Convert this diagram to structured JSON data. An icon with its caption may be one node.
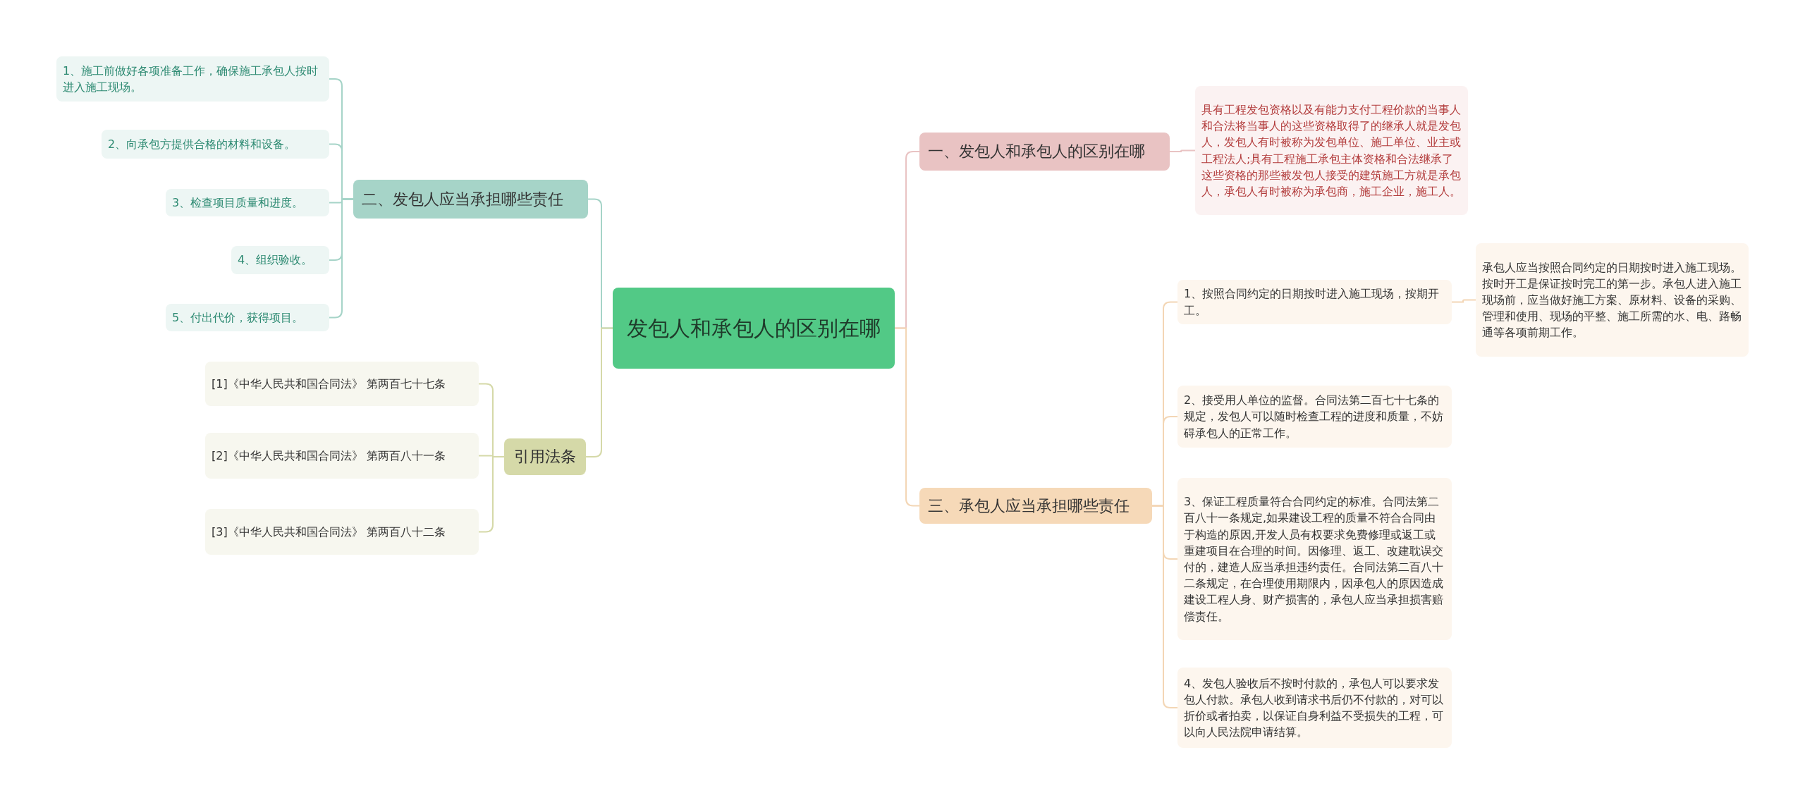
{
  "diagram": {
    "nodes": [
      {
        "text": [
          "发包人和承包人的区别在哪"
        ]
      },
      {
        "text": [
          "一、发包人和承包人的区别在哪"
        ]
      },
      {
        "text": [
          "具有工程发包资格以及有能力支付工程价款的当事人和合法将当事人的这些资格取得了的继承人就是发包人，发包人有时被称为发包单位、施工单位、业主或工程法人;具有工程施工承包主体资格和合法继承了这些资格的那些被发包人接受的建筑施工方就是承包人，承包人有时被称为承包商，施工企业，施工人。"
        ]
      },
      {
        "text": [
          "三、承包人应当承担哪些责任"
        ]
      },
      {
        "text": [
          "1、按照合同约定的日期按时进入施工现场，按期开工。"
        ]
      },
      {
        "text": [
          "承包人应当按照合同约定的日期按时进入施工现场。按时开工是保证按时完工的第一步。承包人进入施工现场前，应当做好施工方案、原材料、设备的采购、管理和使用、现场的平整、施工所需的水、电、路畅通等各项前期工作。"
        ]
      },
      {
        "text": [
          "2、接受用人单位的监督。合同法第二百七十七条的规定，发包人可以随时检查工程的进度和质量，不妨碍承包人的正常工作。"
        ]
      },
      {
        "text": [
          "3、保证工程质量符合合同约定的标准。合同法第二百八十一条规定,如果建设工程的质量不符合合同由于构造的原因,开发人员有权要求免费修理或返工或重建项目在合理的时间。因修理、返工、改建耽误交付的，建造人应当承担违约责任。合同法第二百八十二条规定，在合理使用期限内，因承包人的原因造成建设工程人身、财产损害的，承包人应当承担损害赔偿责任。"
        ]
      },
      {
        "text": [
          "4、发包人验收后不按时付款的，承包人可以要求发包人付款。承包人收到请求书后仍不付款的，对可以折价或者拍卖，以保证自身利益不受损失的工程，可以向人民法院申请结算。"
        ]
      },
      {
        "text": [
          "二、发包人应当承担哪些责任"
        ]
      },
      {
        "text": [
          "1、施工前做好各项准备工作，确保施工承包人按时进入施工现场。"
        ]
      },
      {
        "text": [
          "2、向承包方提供合格的材料和设备。"
        ]
      },
      {
        "text": [
          "3、检查项目质量和进度。"
        ]
      },
      {
        "text": [
          "4、组织验收。"
        ]
      },
      {
        "text": [
          "5、付出代价，获得项目。"
        ]
      },
      {
        "text": [
          "引用法条"
        ]
      },
      {
        "text": [
          "[1]《中华人民共和国合同法》 第两百七十七条"
        ]
      },
      {
        "text": [
          "[2]《中华人民共和国合同法》 第两百八十一条"
        ]
      },
      {
        "text": [
          "[3]《中华人民共和国合同法》 第两百八十二条"
        ]
      }
    ],
    "edges": [
      {
        "from": 0,
        "to": 1,
        "arrow": "none",
        "color": "#e9c3c3"
      },
      {
        "from": 1,
        "to": 2,
        "arrow": "none",
        "color": "#e9c3c3"
      },
      {
        "from": 0,
        "to": 3,
        "arrow": "none",
        "color": "#f3d6b5"
      },
      {
        "from": 3,
        "to": 4,
        "arrow": "none",
        "color": "#f3d6b5"
      },
      {
        "from": 4,
        "to": 5,
        "arrow": "none",
        "color": "#f3d6b5"
      },
      {
        "from": 3,
        "to": 6,
        "arrow": "none",
        "color": "#f3d6b5"
      },
      {
        "from": 3,
        "to": 7,
        "arrow": "none",
        "color": "#f3d6b5"
      },
      {
        "from": 3,
        "to": 8,
        "arrow": "none",
        "color": "#f3d6b5"
      },
      {
        "from": 0,
        "to": 9,
        "arrow": "none",
        "color": "#a6d4c8"
      },
      {
        "from": 9,
        "to": 10,
        "arrow": "none",
        "color": "#a6d4c8"
      },
      {
        "from": 9,
        "to": 11,
        "arrow": "none",
        "color": "#a6d4c8"
      },
      {
        "from": 9,
        "to": 12,
        "arrow": "none",
        "color": "#a6d4c8"
      },
      {
        "from": 9,
        "to": 13,
        "arrow": "none",
        "color": "#a6d4c8"
      },
      {
        "from": 9,
        "to": 14,
        "arrow": "none",
        "color": "#a6d4c8"
      },
      {
        "from": 0,
        "to": 15,
        "arrow": "none",
        "color": "#d5d9a8"
      },
      {
        "from": 15,
        "to": 16,
        "arrow": "none",
        "color": "#d5d9a8"
      },
      {
        "from": 15,
        "to": 17,
        "arrow": "none",
        "color": "#d5d9a8"
      },
      {
        "from": 15,
        "to": 18,
        "arrow": "none",
        "color": "#d5d9a8"
      }
    ]
  }
}
